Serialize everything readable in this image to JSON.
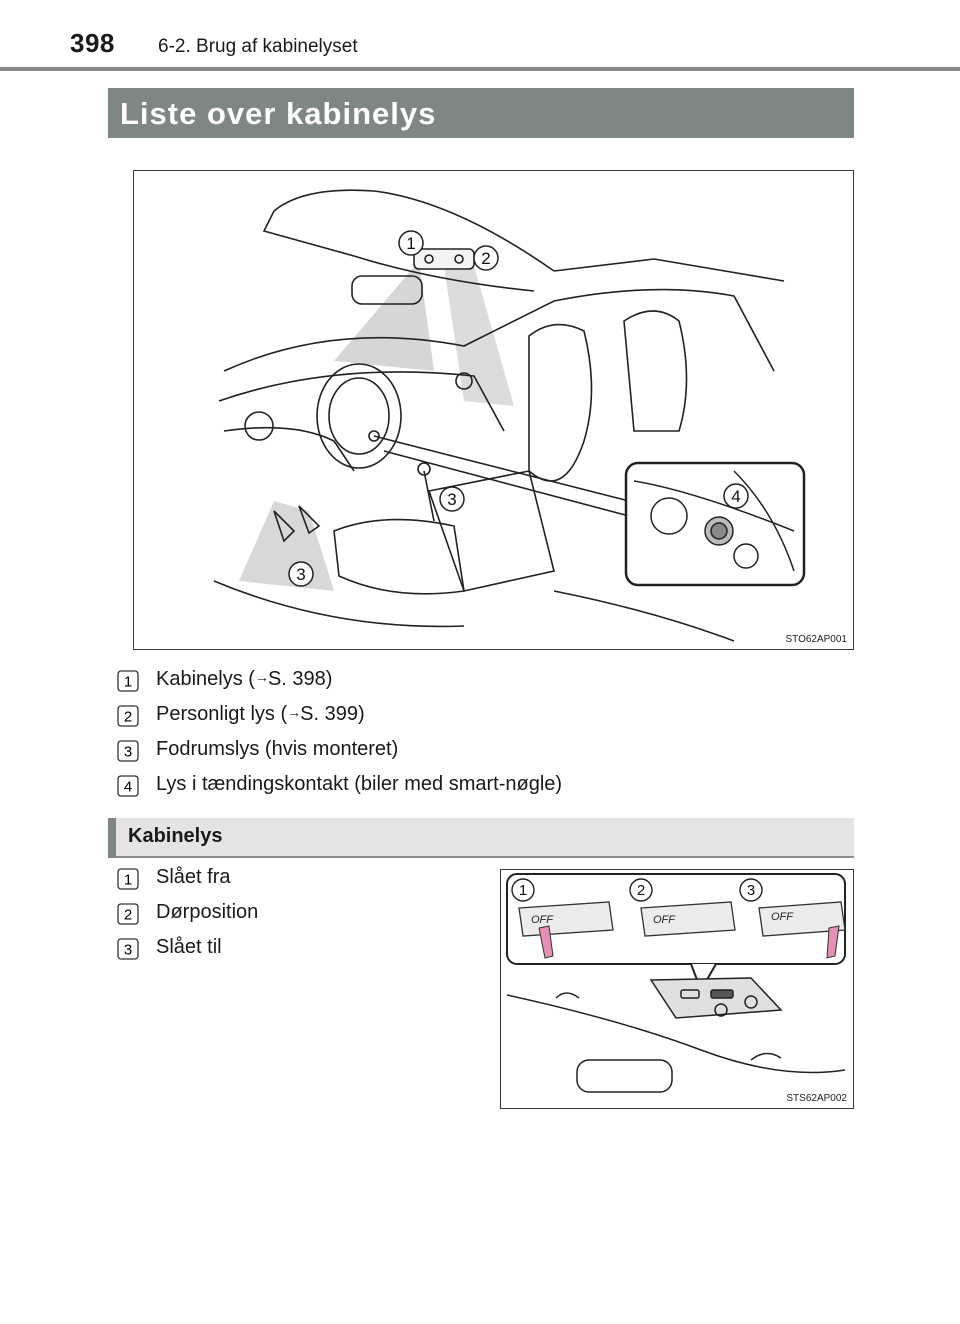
{
  "header": {
    "page_number": "398",
    "chapter": "6-2. Brug af kabinelyset"
  },
  "section": {
    "title": "Liste over kabinelys"
  },
  "figure1": {
    "code": "STO62AP001",
    "callouts": [
      "1",
      "2",
      "3",
      "3",
      "4"
    ]
  },
  "list1": {
    "items": [
      {
        "num": "1",
        "text": "Kabinelys (",
        "ref": "S. 398)"
      },
      {
        "num": "2",
        "text": "Personligt lys (",
        "ref": "S. 399)"
      },
      {
        "num": "3",
        "text": "Fodrumslys (hvis monteret)"
      },
      {
        "num": "4",
        "text": "Lys i tændingskontakt (biler med smart-nøgle)"
      }
    ]
  },
  "subsection": {
    "title": "Kabinelys"
  },
  "list2": {
    "items": [
      {
        "num": "1",
        "text": "Slået fra"
      },
      {
        "num": "2",
        "text": "Dørposition"
      },
      {
        "num": "3",
        "text": "Slået til"
      }
    ]
  },
  "figure2": {
    "code": "STS62AP002",
    "callouts": [
      "1",
      "2",
      "3"
    ],
    "switch_label": "OFF"
  },
  "colors": {
    "section_bar": "#7e8784",
    "subsection_bar": "#e4e4e4",
    "highlight_pink": "#e58fb4"
  }
}
